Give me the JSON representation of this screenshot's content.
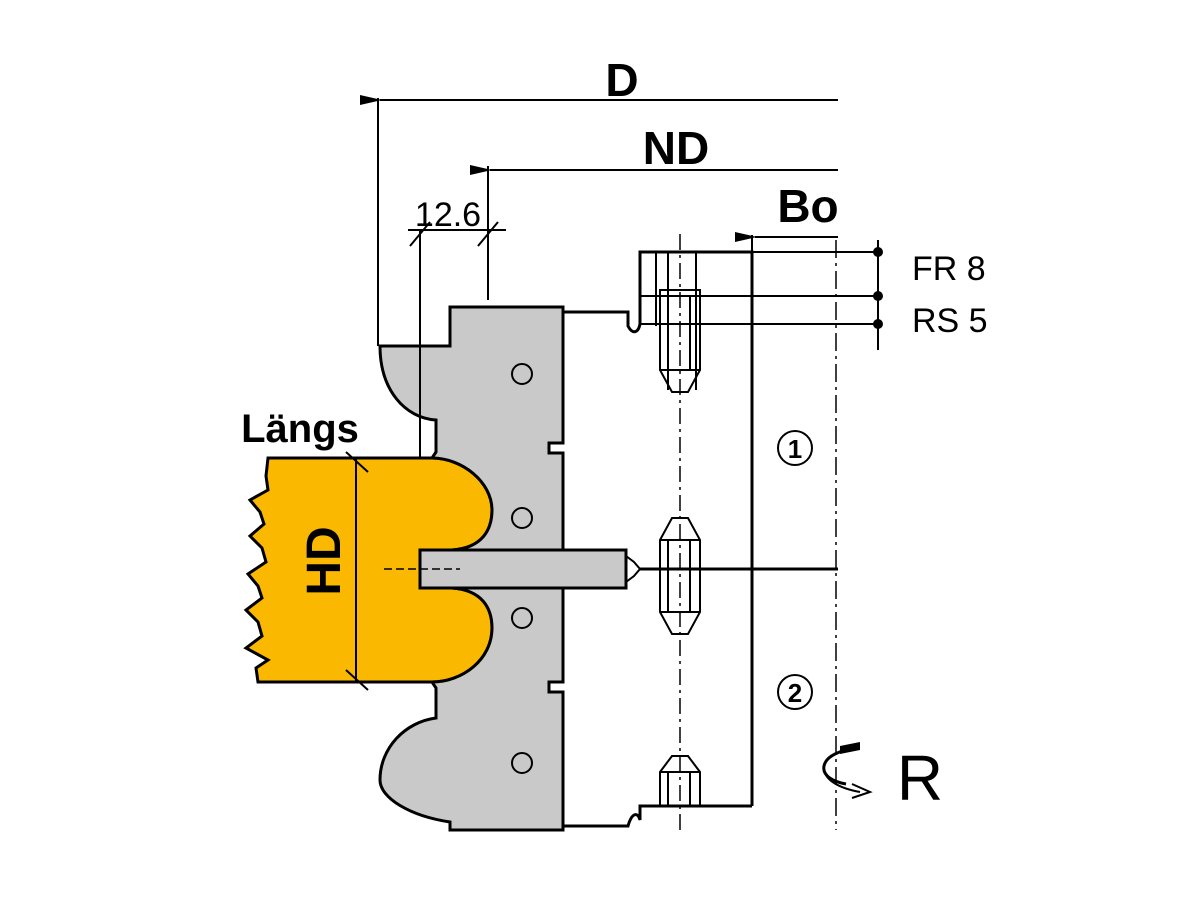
{
  "labels": {
    "D": "D",
    "ND": "ND",
    "Bo": "Bo",
    "dim_12_6": "12.6",
    "FR": "FR 8",
    "RS": "RS 5",
    "Laengs": "Längs",
    "HD": "HD",
    "circle_1": "1",
    "circle_2": "2",
    "R": "R"
  },
  "colors": {
    "workpiece": "#FBB800",
    "cutter": "#C9C9C9",
    "line": "#000000"
  }
}
